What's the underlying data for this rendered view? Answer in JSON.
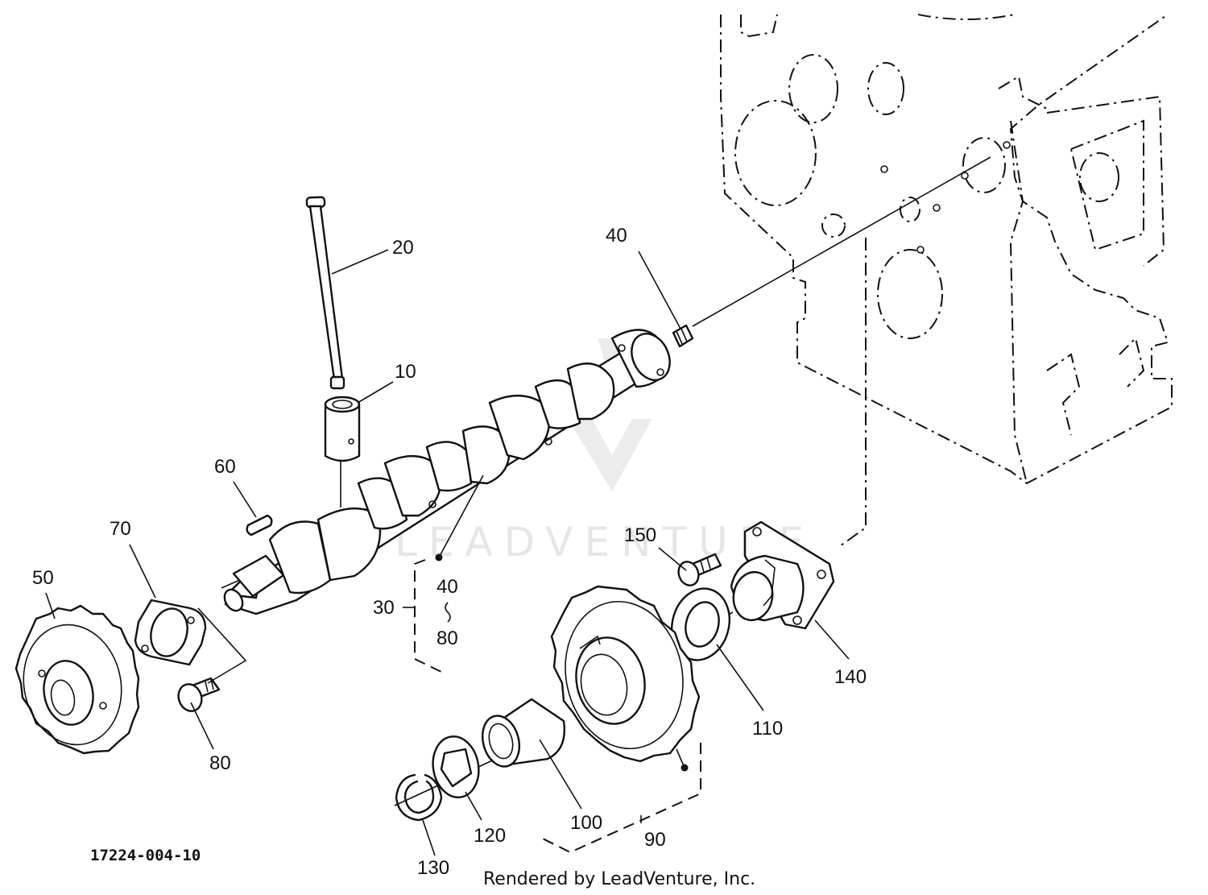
{
  "diagram": {
    "drawing_id": "17224-004-10",
    "credit": "Rendered by LeadVenture, Inc.",
    "watermark": "LEADVENTURE",
    "callouts": {
      "p10": "10",
      "p20": "20",
      "p30": "30",
      "p40": "40",
      "p50": "50",
      "p60": "60",
      "p70": "70",
      "p80": "80",
      "p90": "90",
      "p100": "100",
      "p110": "110",
      "p120": "120",
      "p130": "130",
      "p140": "140",
      "p150": "150",
      "range_from": "40",
      "range_to": "80"
    }
  }
}
